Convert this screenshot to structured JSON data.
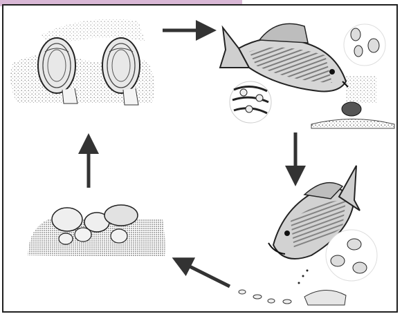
{
  "diagram": {
    "stages": [
      {
        "id": "adult-mussels",
        "icon": "mussel-pair-icon"
      },
      {
        "id": "glochidia-release",
        "icon": "bass-with-glochidia-icon"
      },
      {
        "id": "host-fish-juveniles",
        "icon": "bass-releasing-juveniles-icon"
      },
      {
        "id": "juvenile-mussels-settle",
        "icon": "juvenile-mussel-bed-icon"
      }
    ],
    "arrows": [
      "right",
      "down",
      "left",
      "up"
    ],
    "colors": {
      "frame": "#1f1f1f",
      "accent_tab": "#d9b8d6",
      "ink": "#2a2a2a"
    }
  }
}
